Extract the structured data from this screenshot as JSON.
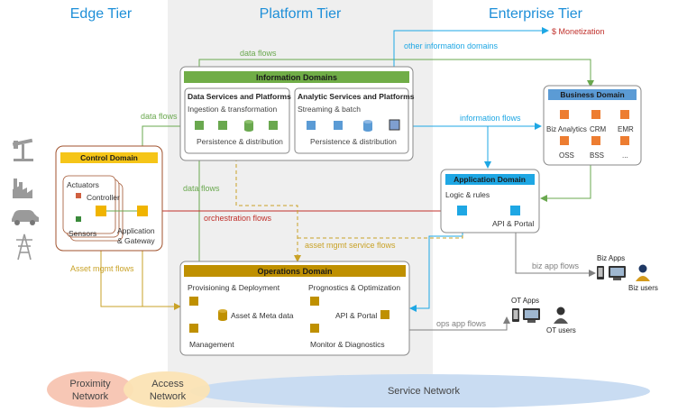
{
  "tiers": {
    "edge": "Edge Tier",
    "platform": "Platform Tier",
    "enterprise": "Enterprise Tier"
  },
  "info_domains": {
    "title": "Information Domains",
    "data_services": {
      "title": "Data Services and Platforms",
      "sub1": "Ingestion & transformation",
      "sub2": "Persistence & distribution"
    },
    "analytic_services": {
      "title": "Analytic Services and Platforms",
      "sub1": "Streaming & batch",
      "sub2": "Persistence & distribution"
    }
  },
  "control_domain": {
    "title": "Control Domain",
    "actuators": "Actuators",
    "controller": "Controller",
    "sensors": "Sensors",
    "app_gateway_1": "Application",
    "app_gateway_2": "& Gateway"
  },
  "operations_domain": {
    "title": "Operations Domain",
    "provisioning": "Provisioning & Deployment",
    "prognostics": "Prognostics & Optimization",
    "asset_meta": "Asset & Meta data",
    "api_portal": "API & Portal",
    "management": "Management",
    "monitor": "Monitor & Diagnostics"
  },
  "business_domain": {
    "title": "Business Domain",
    "items": [
      "Biz Analytics",
      "CRM",
      "EMR",
      "OSS",
      "BSS",
      "..."
    ]
  },
  "application_domain": {
    "title": "Application Domain",
    "logic": "Logic & rules",
    "api_portal": "API & Portal"
  },
  "flows": {
    "data_flows_top": "data flows",
    "data_flows_left": "data flows",
    "data_flows_mid": "data flows",
    "other_info": "other information domains",
    "monetization": "$ Monetization",
    "info_flows": "information flows",
    "orchestration": "orchestration flows",
    "asset_mgmt_service": "asset mgmt service flows",
    "asset_mgmt": "Asset mgmt flows",
    "biz_app_flows": "biz app flows",
    "ops_app_flows": "ops app flows"
  },
  "users": {
    "biz_apps": "Biz Apps",
    "biz_users": "Biz users",
    "ot_apps": "OT Apps",
    "ot_users": "OT users"
  },
  "networks": {
    "proximity_1": "Proximity",
    "proximity_2": "Network",
    "access_1": "Access",
    "access_2": "Network",
    "service": "Service Network"
  },
  "colors": {
    "tier_title": "#1e8fd8",
    "green": "#6aa84f",
    "green_header": "#70ad47",
    "gold": "#c9a227",
    "gold_header": "#bf9000",
    "orange": "#f0a030",
    "blue_node": "#5b9bd5",
    "cyan": "#1ea7e4",
    "red_flow": "#c0302b",
    "monetization": "#c0302b"
  }
}
